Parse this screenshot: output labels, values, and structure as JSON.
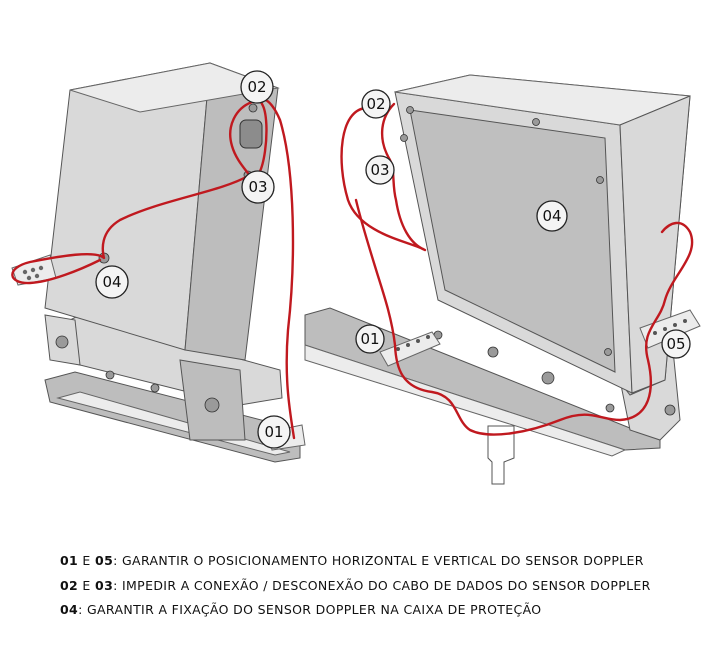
{
  "figure": {
    "left_callouts": {
      "c02": "02",
      "c03": "03",
      "c04": "04",
      "c01": "01"
    },
    "right_callouts": {
      "c02": "02",
      "c03": "03",
      "c04": "04",
      "c01": "01",
      "c05": "05"
    }
  },
  "legend": [
    {
      "codes_a": "01",
      "joiner": " E ",
      "codes_b": "05",
      "sep": ": ",
      "text": "GARANTIR O POSICIONAMENTO HORIZONTAL E VERTICAL DO SENSOR DOPPLER"
    },
    {
      "codes_a": "02",
      "joiner": " E ",
      "codes_b": "03",
      "sep": ": ",
      "text": "IMPEDIR A CONEXÃO / DESCONEXÃO DO CABO DE DADOS DO SENSOR DOPPLER"
    },
    {
      "codes_a": "04",
      "joiner": "",
      "codes_b": "",
      "sep": ": ",
      "text": "GARANTIR A FIXAÇÃO DO SENSOR DOPPLER NA CAIXA DE PROTEÇÃO"
    }
  ],
  "colors": {
    "wire": "#c0191f",
    "metal": "#d9d9d9",
    "outline": "#555555"
  }
}
